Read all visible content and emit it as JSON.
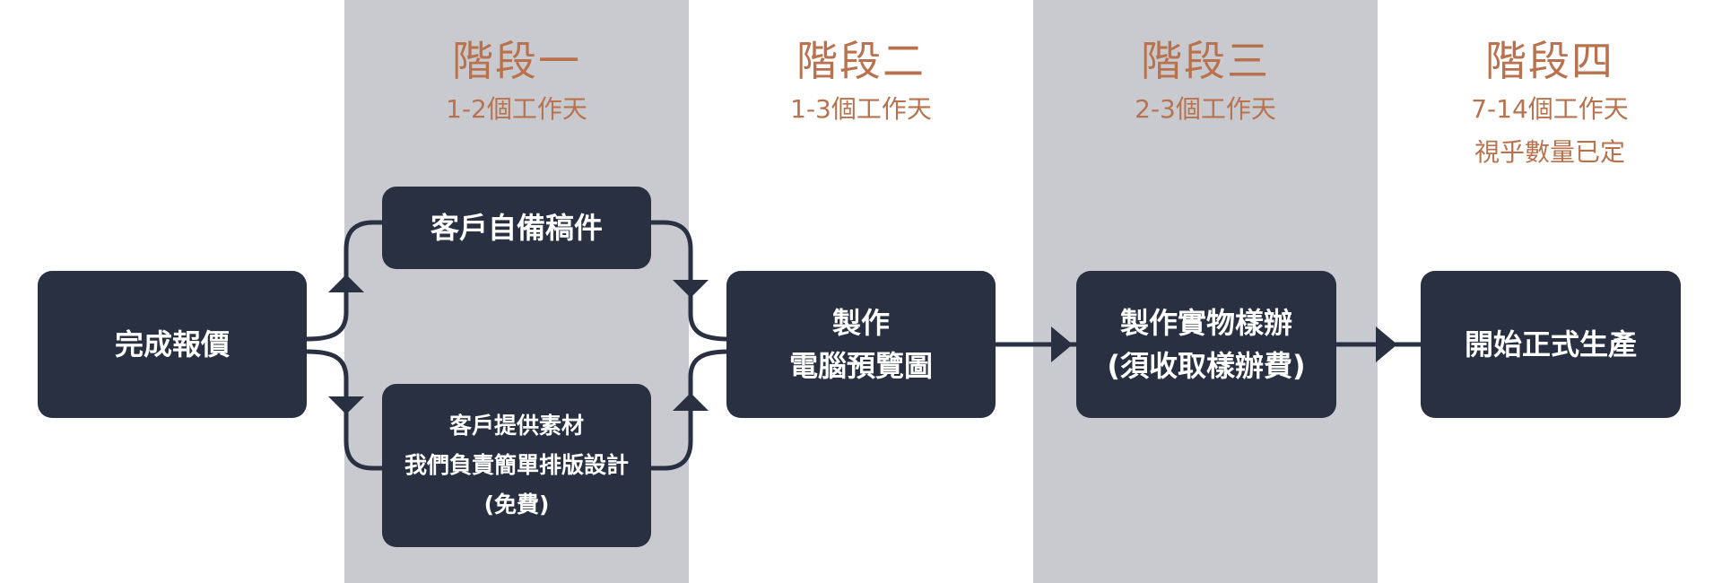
{
  "stages": [
    {
      "title": "階段一",
      "duration": "1-2個工作天",
      "note": ""
    },
    {
      "title": "階段二",
      "duration": "1-3個工作天",
      "note": ""
    },
    {
      "title": "階段三",
      "duration": "2-3個工作天",
      "note": ""
    },
    {
      "title": "階段四",
      "duration": "7-14個工作天",
      "note": "視乎數量已定"
    }
  ],
  "steps": {
    "quote": {
      "label": "完成報價"
    },
    "client_draft": {
      "label": "客戶自備稿件"
    },
    "client_material": {
      "line1": "客戶提供素材",
      "line2": "我們負責簡單排版設計",
      "line3": "(免費)"
    },
    "preview": {
      "line1": "製作",
      "line2": "電腦預覽圖"
    },
    "sample": {
      "line1": "製作實物樣辦",
      "line2": "(須收取樣辦費)"
    },
    "production": {
      "label": "開始正式生產"
    }
  },
  "colors": {
    "band": "#c9cacf",
    "box": "#283042",
    "accent": "#b8734e",
    "text": "#ffffff"
  }
}
